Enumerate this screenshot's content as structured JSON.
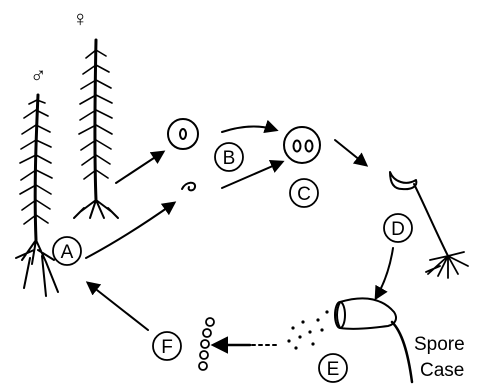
{
  "symbols": {
    "male": "♂",
    "female": "♀"
  },
  "stage_labels": [
    "A",
    "B",
    "C",
    "D",
    "E",
    "F"
  ],
  "annotation": {
    "line1": "Spore",
    "line2": "Case"
  },
  "colors": {
    "ink": "#000000",
    "paper": "#ffffff"
  }
}
